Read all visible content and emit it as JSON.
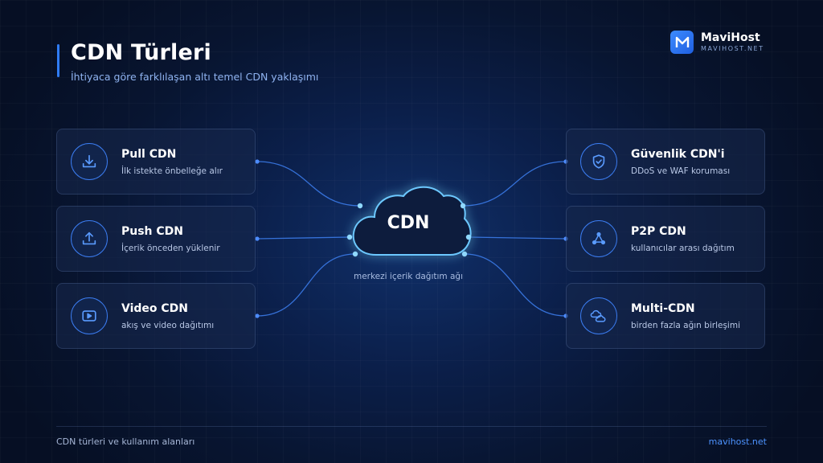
{
  "header": {
    "title": "CDN Türleri",
    "subtitle": "İhtiyaca göre farklılaşan altı temel CDN yaklaşımı"
  },
  "brand": {
    "logo_letter": "M",
    "name": "MaviHost",
    "url": "MAVIHOST.NET"
  },
  "center": {
    "label": "CDN",
    "caption": "merkezi içerik dağıtım ağı"
  },
  "left_cards": [
    {
      "title": "Pull CDN",
      "desc": "İlk istekte önbelleğe alır",
      "icon": "download-icon"
    },
    {
      "title": "Push CDN",
      "desc": "İçerik önceden yüklenir",
      "icon": "upload-icon"
    },
    {
      "title": "Video CDN",
      "desc": "akış ve video dağıtımı",
      "icon": "play-icon"
    }
  ],
  "right_cards": [
    {
      "title": "Güvenlik CDN'i",
      "desc": "DDoS ve WAF koruması",
      "icon": "shield-check-icon"
    },
    {
      "title": "P2P CDN",
      "desc": "kullanıcılar arası dağıtım",
      "icon": "network-nodes-icon"
    },
    {
      "title": "Multi-CDN",
      "desc": "birden fazla ağın birleşimi",
      "icon": "multi-cloud-icon"
    }
  ],
  "footer": {
    "left": "CDN türleri ve kullanım alanları",
    "right": "mavihost.net"
  },
  "colors": {
    "accent": "#2f7cf6",
    "link": "#3d7ff0",
    "cloud_stroke": "#6cc8ff"
  }
}
